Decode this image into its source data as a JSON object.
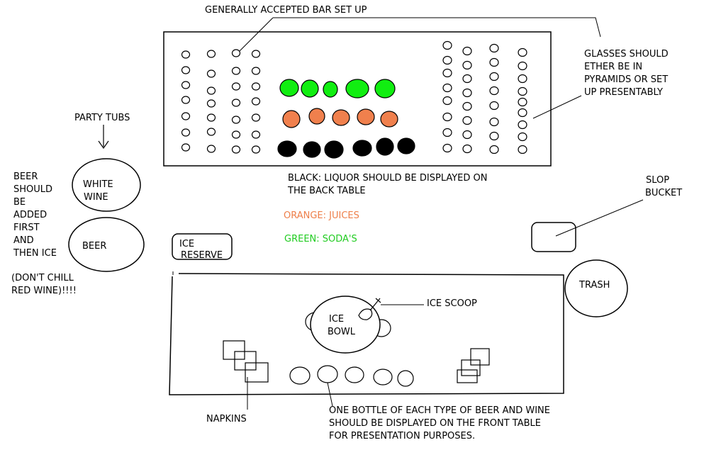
{
  "colors": {
    "soda": "#11ee11",
    "juice": "#f0804d",
    "liquor": "#000000",
    "orange_text": "#ee7f4a",
    "green_text": "#22cc22"
  },
  "labels": {
    "title": "GENERALLY ACCEPTED BAR SET UP",
    "glasses": [
      "GLASSES SHOULD",
      "ETHER BE IN",
      "PYRAMIDS OR SET",
      "UP PRESENTABLY"
    ],
    "party_tubs": "PARTY TUBS",
    "white_wine": [
      "WHITE",
      "WINE"
    ],
    "beer": "BEER",
    "beer_note": [
      "BEER",
      "SHOULD",
      "BE",
      "ADDED",
      "FIRST",
      "AND",
      "THEN ICE"
    ],
    "red_wine_note": [
      "(DON'T CHILL",
      "RED WINE)!!!!"
    ],
    "ice_reserve": [
      "ICE",
      "RESERVE"
    ],
    "legend_black": [
      "BLACK: LIQUOR SHOULD BE DISPLAYED ON",
      "THE BACK TABLE"
    ],
    "legend_orange": "ORANGE: JUICES",
    "legend_green": "GREEN: SODA'S",
    "slop_bucket": [
      "SLOP",
      "BUCKET"
    ],
    "trash": "TRASH",
    "ice_bowl": [
      "ICE",
      "BOWL"
    ],
    "ice_scoop": "ICE SCOOP",
    "napkins": "NAPKINS",
    "bottle_note": [
      "ONE BOTTLE OF EACH TYPE OF BEER AND WINE",
      "SHOULD BE DISPLAYED ON THE FRONT TABLE",
      "FOR PRESENTATION PURPOSES."
    ]
  }
}
